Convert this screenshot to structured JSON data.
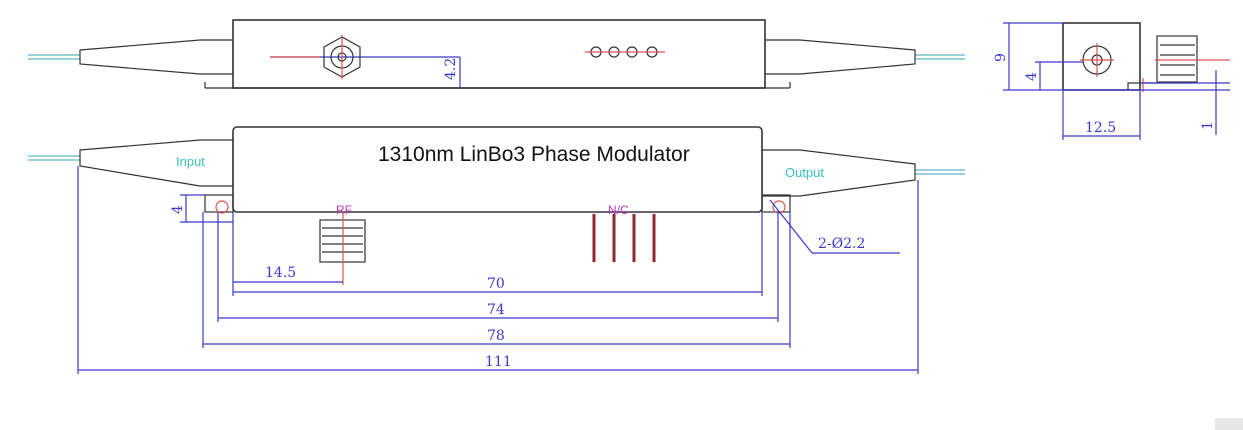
{
  "title": "1310nm  LinBo3  Phase  Modulator",
  "labels": {
    "input": "Input",
    "output": "Output",
    "rf": "RF",
    "nc": "N/C",
    "holes": "2-Ø2.2"
  },
  "dimensions": {
    "top_height": "4.2",
    "rf_offset": "14.5",
    "body_length": "70",
    "hole_spacing": "74",
    "flange_length": "78",
    "total_length": "111",
    "hole_offset": "4",
    "side_height": "9",
    "side_connector_height": "4",
    "side_width": "12.5",
    "side_flange": "1"
  },
  "colors": {
    "dimension": "#3a3acc",
    "centerline": "#e05050",
    "label_cyan": "#38c0c0",
    "label_magenta": "#c030c0"
  }
}
